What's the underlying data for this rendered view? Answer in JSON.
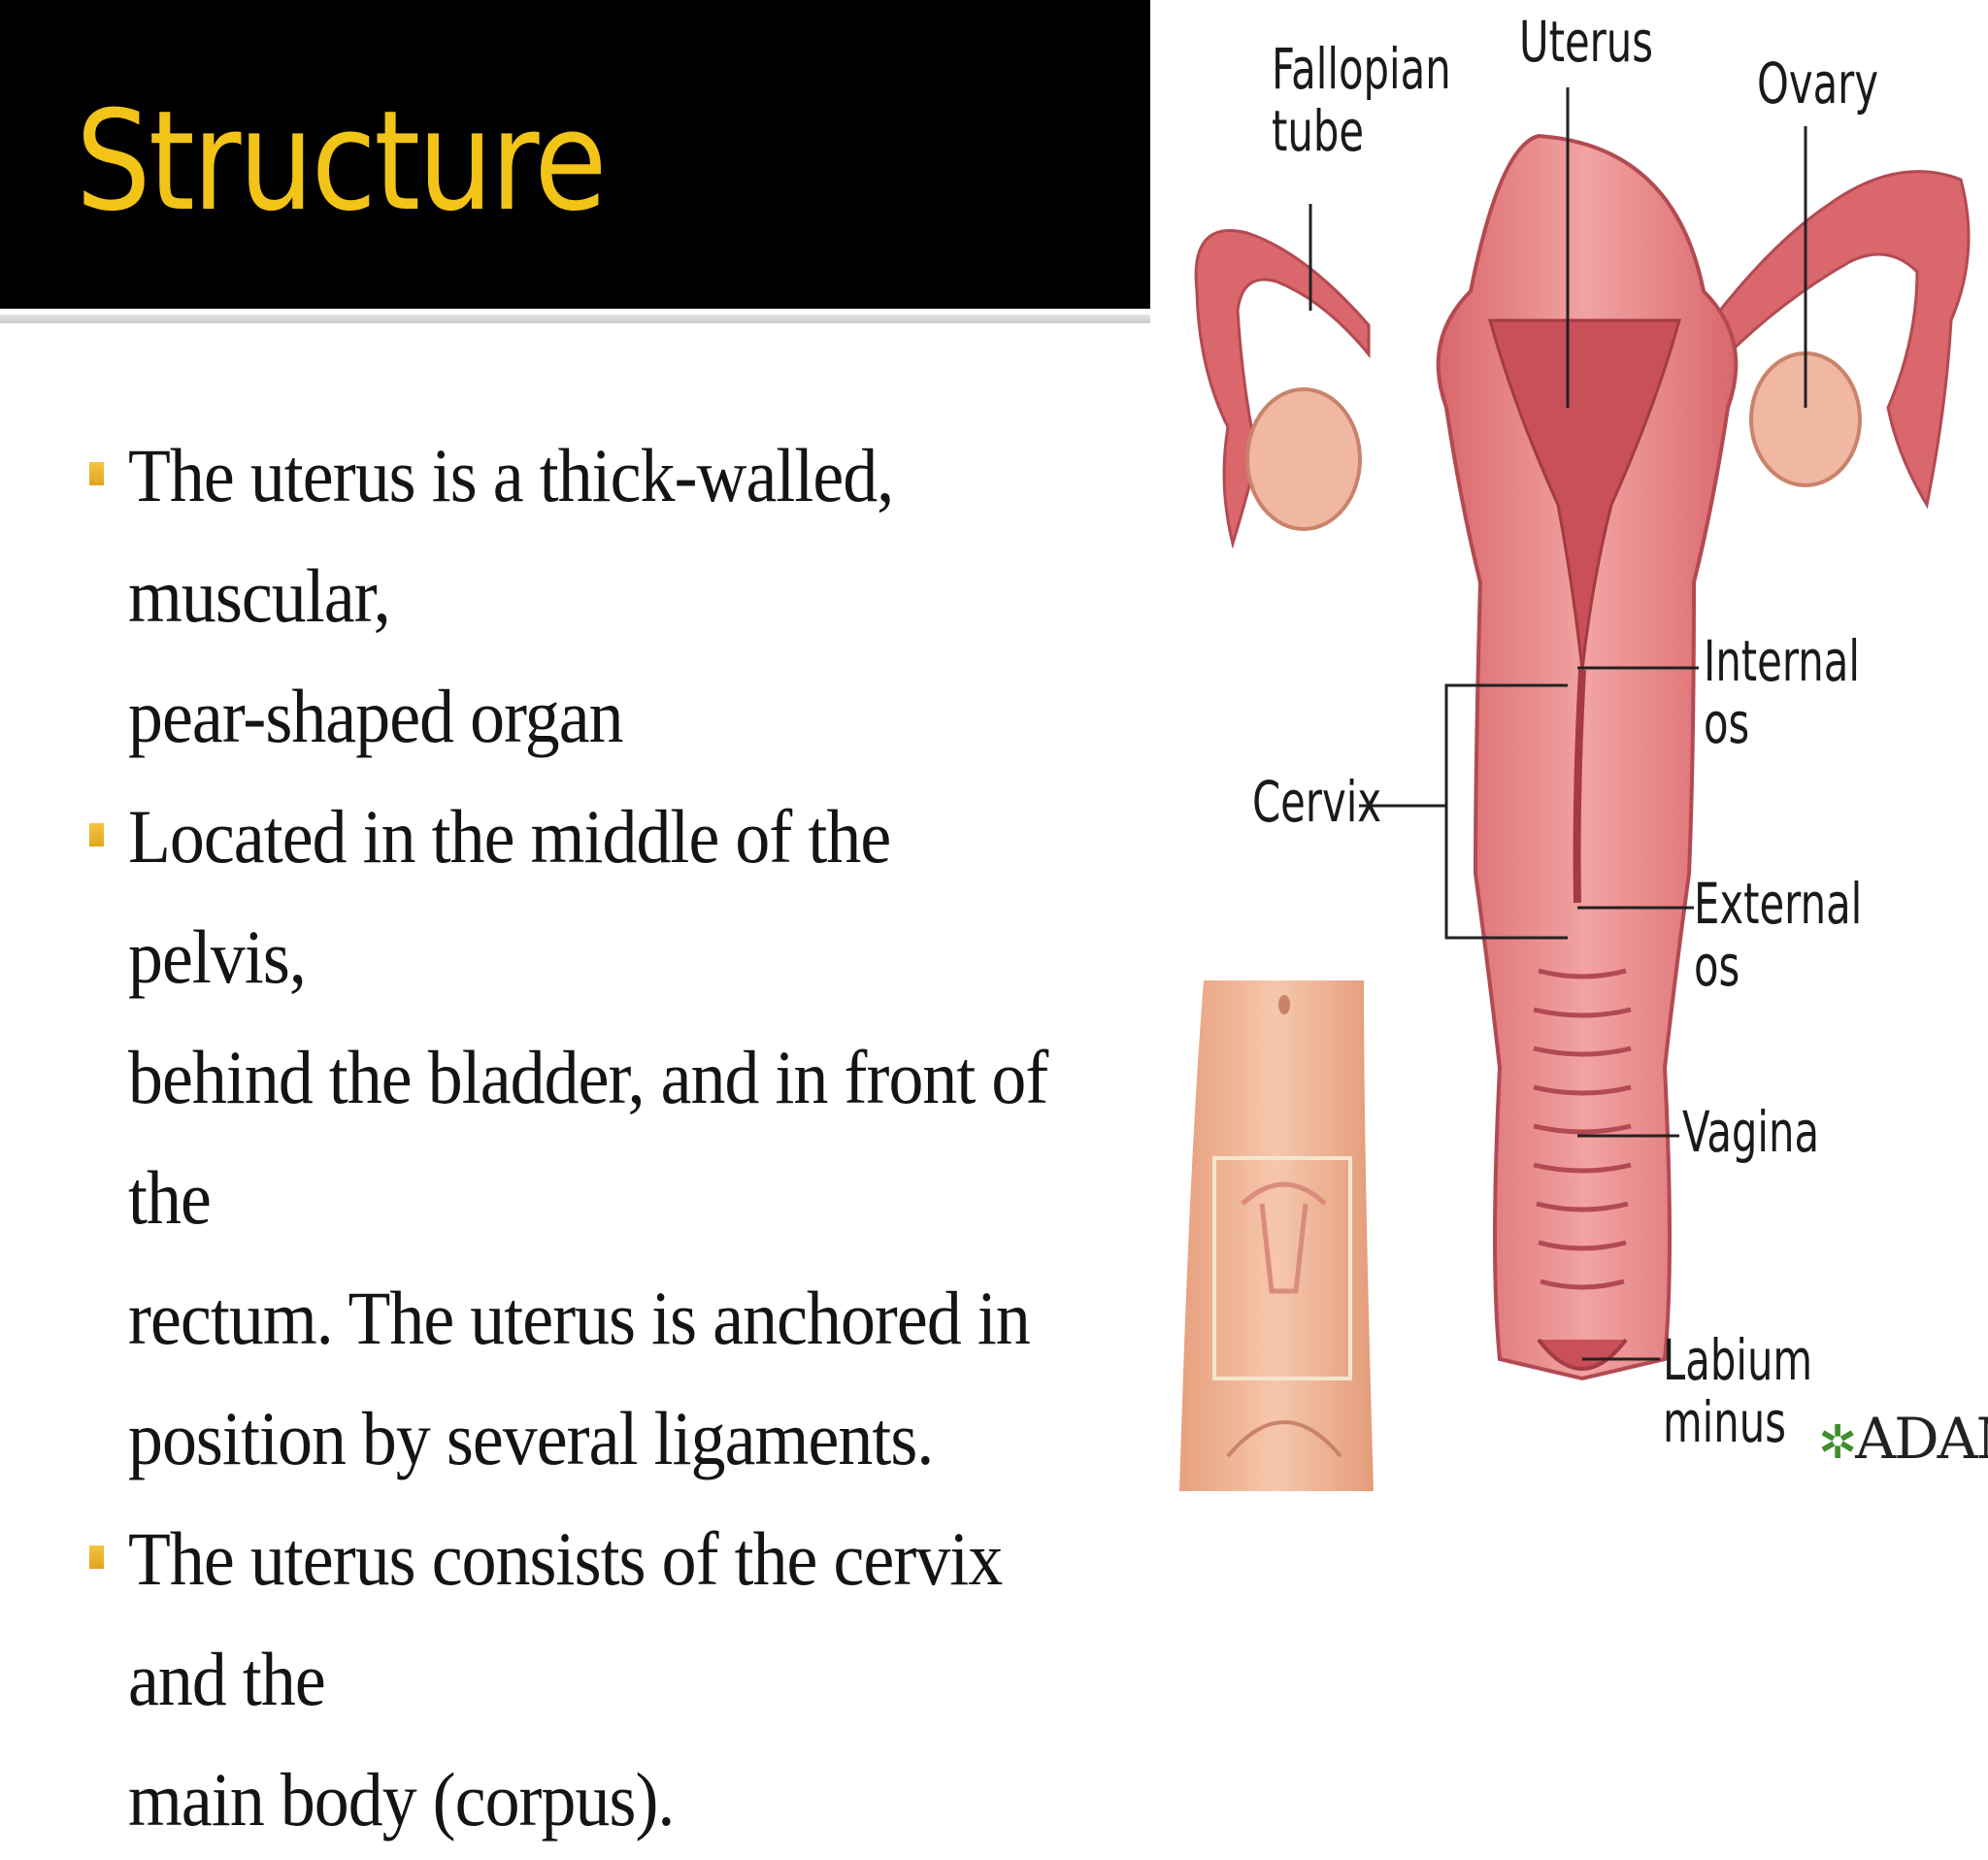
{
  "slide": {
    "title": "Structure",
    "bullets": [
      "The uterus is a thick-walled, muscular,\npear-shaped organ",
      "Located in the middle of the pelvis,\nbehind the bladder, and in front of the\nrectum. The uterus is anchored in\nposition by several ligaments.",
      "The uterus consists of the cervix and the\nmain body (corpus)."
    ]
  },
  "diagram": {
    "labels": {
      "fallopian_tube": "Fallopian\ntube",
      "uterus": "Uterus",
      "ovary": "Ovary",
      "internal_os": "Internal os",
      "cervix": "Cervix",
      "external_os": "External os",
      "vagina": "Vagina",
      "labium_minus": "Labium\nminus"
    },
    "credit": "ADAM"
  },
  "colors": {
    "title_band": "#000000",
    "title_text": "#f2c418",
    "bullet_marker": "#e8b02a",
    "tissue": "#e98b8d",
    "tissue_dark": "#c8585f",
    "ovary": "#f0b7a3"
  }
}
